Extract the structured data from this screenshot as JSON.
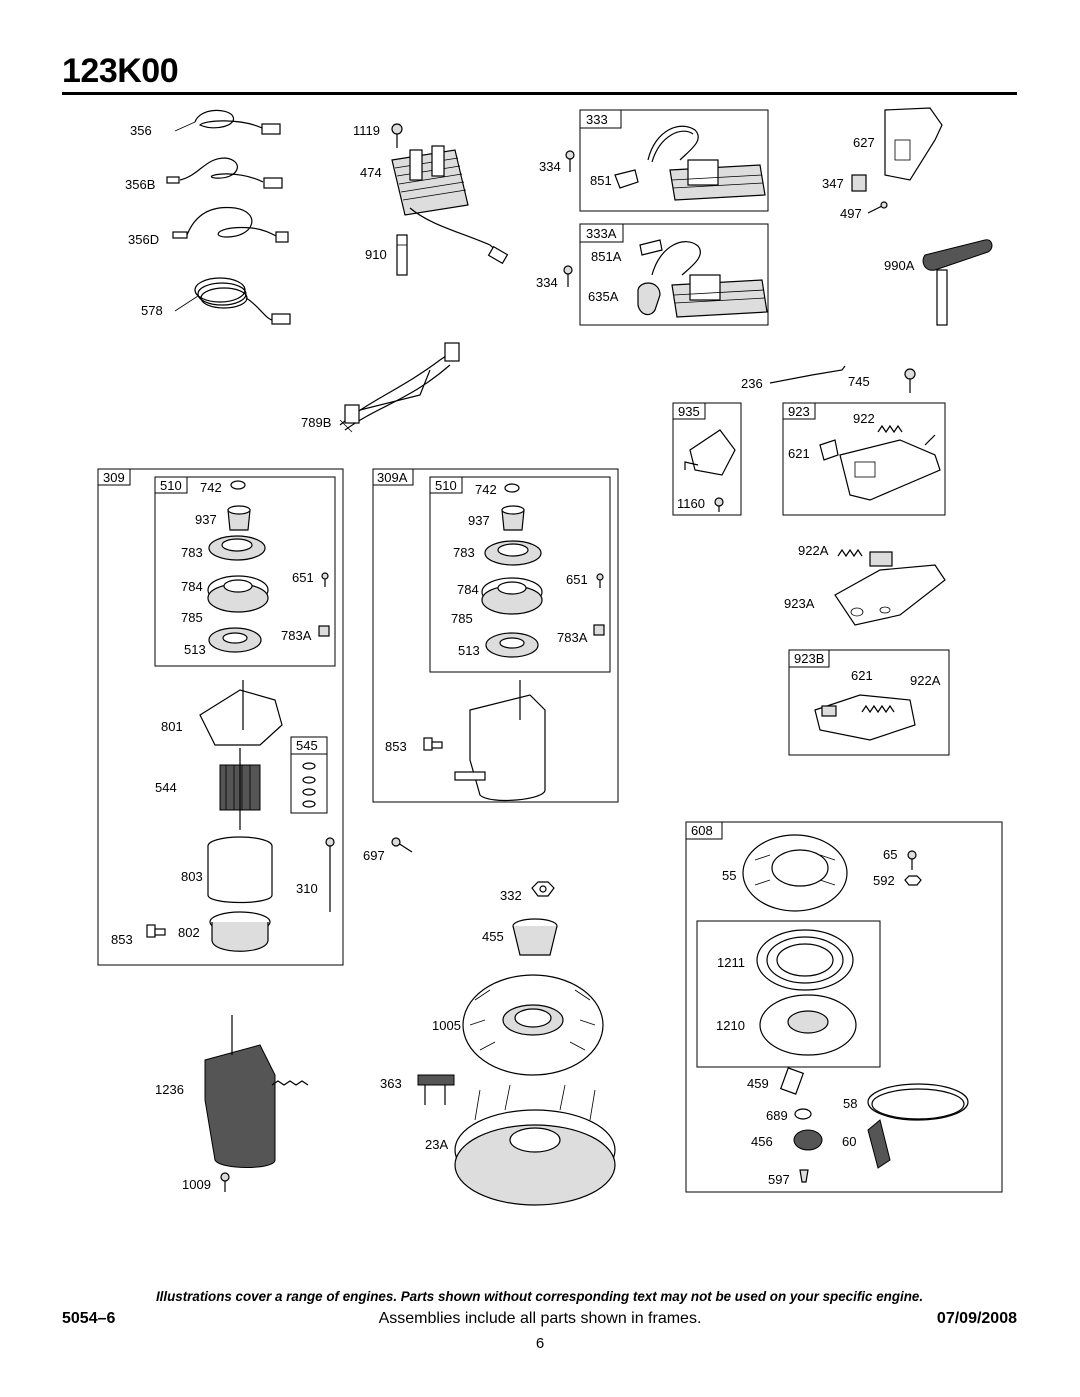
{
  "header": {
    "title": "123K00"
  },
  "footer": {
    "disclaimer": "Illustrations cover a range of engines. Parts shown without corresponding text may not be used on your specific engine.",
    "doc_number": "5054–6",
    "frames_note": "Assemblies include all parts shown in frames.",
    "date": "07/09/2008",
    "page_number": "6"
  },
  "frames": {
    "f333": "333",
    "f333A": "333A",
    "f935": "935",
    "f923": "923",
    "f309": "309",
    "f510a": "510",
    "f309A": "309A",
    "f510b": "510",
    "f545": "545",
    "f923B": "923B",
    "f608": "608"
  },
  "labels": {
    "l356": "356",
    "l356B": "356B",
    "l356D": "356D",
    "l578": "578",
    "l1119": "1119",
    "l474": "474",
    "l910": "910",
    "l789B": "789B",
    "l334a": "334",
    "l851": "851",
    "l334b": "334",
    "l851A": "851A",
    "l635A": "635A",
    "l627": "627",
    "l347": "347",
    "l497": "497",
    "l990A": "990A",
    "l236": "236",
    "l745": "745",
    "l1160": "1160",
    "l922": "922",
    "l621a": "621",
    "l742a": "742",
    "l937a": "937",
    "l783a": "783",
    "l784a": "784",
    "l651a": "651",
    "l785a": "785",
    "l783Aa": "783A",
    "l513a": "513",
    "l742b": "742",
    "l937b": "937",
    "l783b": "783",
    "l784b": "784",
    "l651b": "651",
    "l785b": "785",
    "l783Ab": "783A",
    "l513b": "513",
    "l922A": "922A",
    "l923A": "923A",
    "l621b": "621",
    "l922Ab": "922A",
    "l801": "801",
    "l544": "544",
    "l853a": "853",
    "l803": "803",
    "l310": "310",
    "l853b": "853",
    "l802": "802",
    "l697": "697",
    "l332": "332",
    "l455": "455",
    "l1005": "1005",
    "l363": "363",
    "l23A": "23A",
    "l1236": "1236",
    "l1009": "1009",
    "l65": "65",
    "l55": "55",
    "l592": "592",
    "l1211": "1211",
    "l1210": "1210",
    "l459": "459",
    "l58": "58",
    "l689": "689",
    "l456": "456",
    "l60": "60",
    "l597": "597"
  }
}
